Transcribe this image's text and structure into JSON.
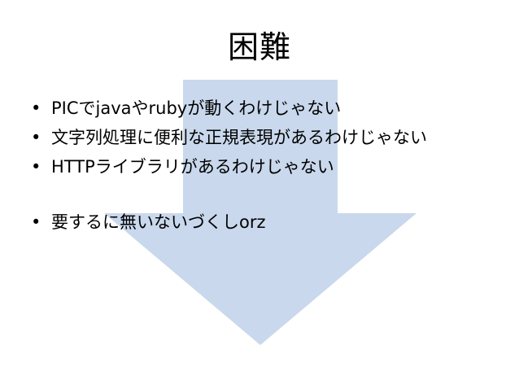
{
  "slide": {
    "title": "困難",
    "bullets": [
      "PICでjavaやrubyが動くわけじゃない",
      "文字列処理に便利な正規表現があるわけじゃない",
      "HTTPライブラリがあるわけじゃない",
      "要するに無いないづくしorz"
    ],
    "arrow_color": "#c9d8ec"
  }
}
